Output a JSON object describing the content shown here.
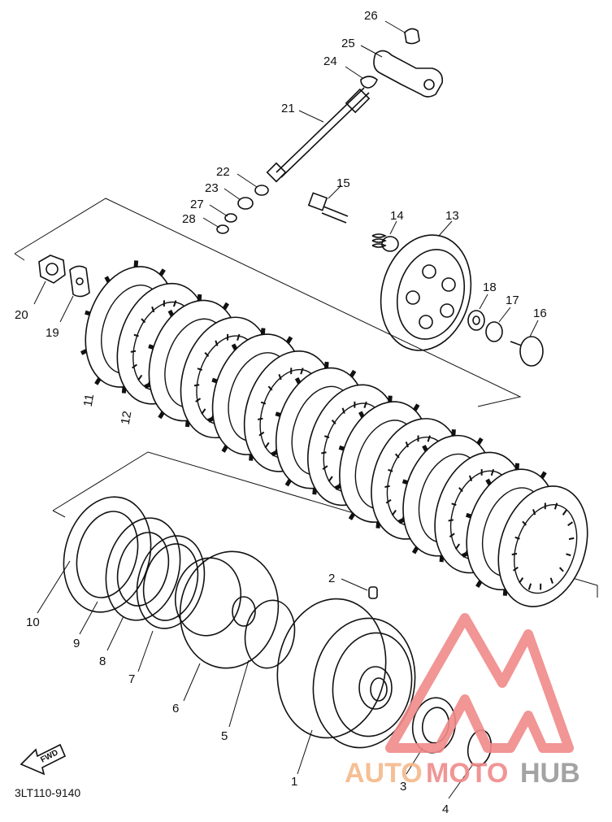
{
  "parts": [
    {
      "id": "p1",
      "label": "1"
    },
    {
      "id": "p2",
      "label": "2"
    },
    {
      "id": "p3",
      "label": "3"
    },
    {
      "id": "p4",
      "label": "4"
    },
    {
      "id": "p5",
      "label": "5"
    },
    {
      "id": "p6",
      "label": "6"
    },
    {
      "id": "p7",
      "label": "7"
    },
    {
      "id": "p8",
      "label": "8"
    },
    {
      "id": "p9",
      "label": "9"
    },
    {
      "id": "p10",
      "label": "10"
    },
    {
      "id": "p11",
      "label": "11"
    },
    {
      "id": "p12",
      "label": "12"
    },
    {
      "id": "p13",
      "label": "13"
    },
    {
      "id": "p14",
      "label": "14"
    },
    {
      "id": "p15",
      "label": "15"
    },
    {
      "id": "p16",
      "label": "16"
    },
    {
      "id": "p17",
      "label": "17"
    },
    {
      "id": "p18",
      "label": "18"
    },
    {
      "id": "p19",
      "label": "19"
    },
    {
      "id": "p20",
      "label": "20"
    },
    {
      "id": "p21",
      "label": "21"
    },
    {
      "id": "p22",
      "label": "22"
    },
    {
      "id": "p23",
      "label": "23"
    },
    {
      "id": "p24",
      "label": "24"
    },
    {
      "id": "p25",
      "label": "25"
    },
    {
      "id": "p26",
      "label": "26"
    },
    {
      "id": "p27",
      "label": "27"
    },
    {
      "id": "p28",
      "label": "28"
    }
  ],
  "diagram_code": "3LT110-9140",
  "direction_badge": "FWD",
  "watermark": {
    "part1": "AUTO",
    "part2": "MOTO",
    "part3": "HUB",
    "color_accent": "#f08a8a",
    "color_mid": "#f5b98a",
    "color_dark": "#9a9a9a"
  }
}
